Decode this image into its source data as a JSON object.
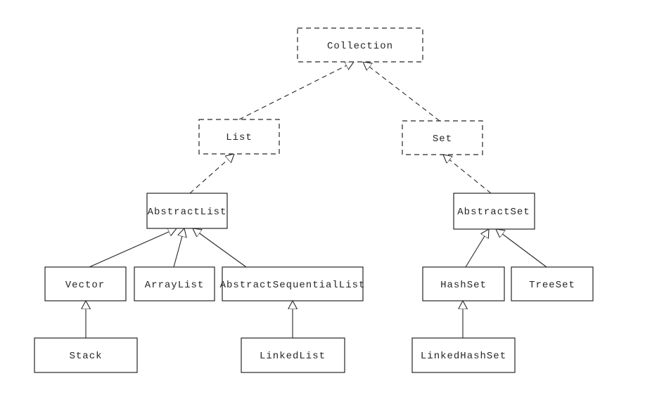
{
  "diagram": {
    "kind": "uml-class-inheritance-diagram",
    "colors": {
      "background": "#ffffff",
      "line": "#262626",
      "box_fill": "#ffffff",
      "arrowhead_fill": "#ffffff"
    },
    "nodes": {
      "collection": {
        "label": "Collection",
        "border": "dashed"
      },
      "list": {
        "label": "List",
        "border": "dashed"
      },
      "set": {
        "label": "Set",
        "border": "dashed"
      },
      "abstractlist": {
        "label": "AbstractList",
        "border": "solid"
      },
      "abstractset": {
        "label": "AbstractSet",
        "border": "solid"
      },
      "vector": {
        "label": "Vector",
        "border": "solid"
      },
      "arraylist": {
        "label": "ArrayList",
        "border": "solid"
      },
      "abstractsequentiallist": {
        "label": "AbstractSequentialList",
        "border": "solid"
      },
      "hashset": {
        "label": "HashSet",
        "border": "solid"
      },
      "treeset": {
        "label": "TreeSet",
        "border": "solid"
      },
      "stack": {
        "label": "Stack",
        "border": "solid"
      },
      "linkedlist": {
        "label": "LinkedList",
        "border": "solid"
      },
      "linkedhashset": {
        "label": "LinkedHashSet",
        "border": "solid"
      }
    },
    "edges": [
      {
        "from": "List",
        "to": "Collection",
        "line": "dashed",
        "arrowhead": "hollow-triangle"
      },
      {
        "from": "Set",
        "to": "Collection",
        "line": "dashed",
        "arrowhead": "hollow-triangle"
      },
      {
        "from": "AbstractList",
        "to": "List",
        "line": "dashed",
        "arrowhead": "hollow-triangle"
      },
      {
        "from": "AbstractSet",
        "to": "Set",
        "line": "dashed",
        "arrowhead": "hollow-triangle"
      },
      {
        "from": "Vector",
        "to": "AbstractList",
        "line": "solid",
        "arrowhead": "hollow-triangle"
      },
      {
        "from": "ArrayList",
        "to": "AbstractList",
        "line": "solid",
        "arrowhead": "hollow-triangle"
      },
      {
        "from": "AbstractSequentialList",
        "to": "AbstractList",
        "line": "solid",
        "arrowhead": "hollow-triangle"
      },
      {
        "from": "HashSet",
        "to": "AbstractSet",
        "line": "solid",
        "arrowhead": "hollow-triangle"
      },
      {
        "from": "TreeSet",
        "to": "AbstractSet",
        "line": "solid",
        "arrowhead": "hollow-triangle"
      },
      {
        "from": "Stack",
        "to": "Vector",
        "line": "solid",
        "arrowhead": "hollow-triangle"
      },
      {
        "from": "LinkedList",
        "to": "AbstractSequentialList",
        "line": "solid",
        "arrowhead": "hollow-triangle"
      },
      {
        "from": "LinkedHashSet",
        "to": "HashSet",
        "line": "solid",
        "arrowhead": "hollow-triangle"
      }
    ]
  }
}
